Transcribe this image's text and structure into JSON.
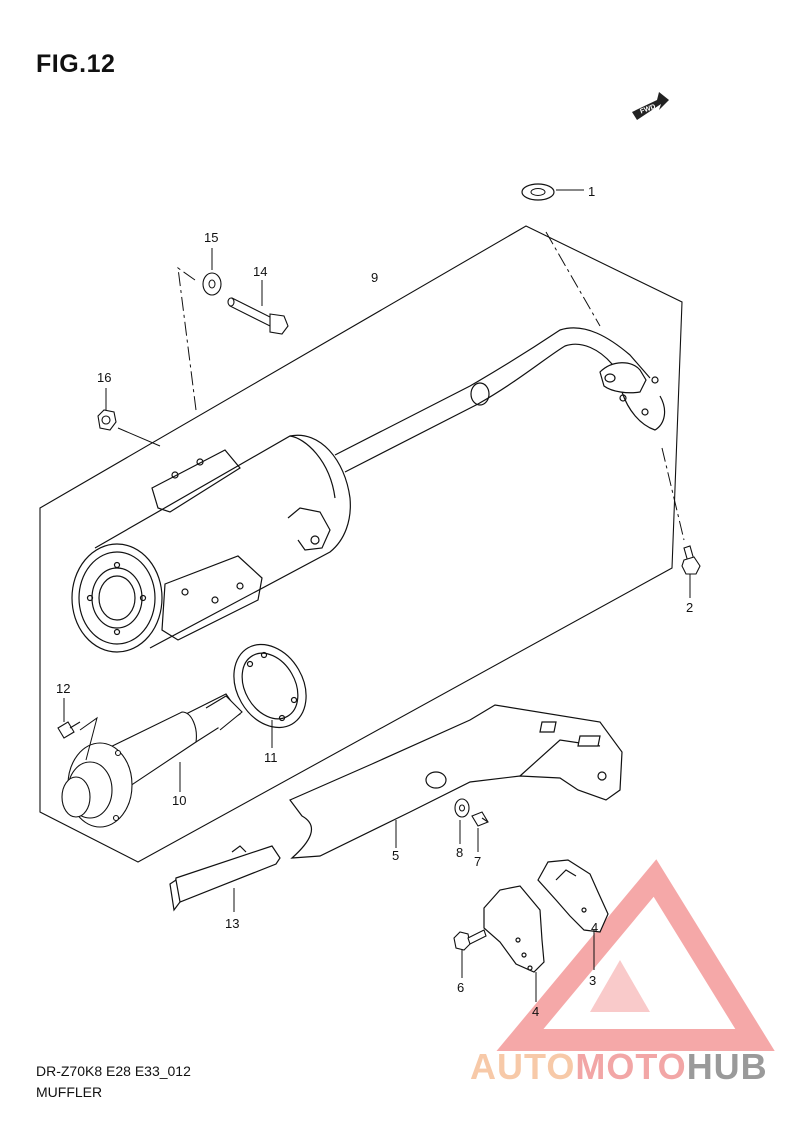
{
  "figure": {
    "title": "FIG.12",
    "fwd_label": "FWD"
  },
  "footer": {
    "model_code": "DR-Z70K8 E28 E33_012",
    "section_name": "MUFFLER"
  },
  "watermark": {
    "part1": "AUTO",
    "part2": "MOTO",
    "part3": "HUB",
    "colors": {
      "triangle": "#f28b8b",
      "part1": "#f7c9a8",
      "part2": "#f2a6a6",
      "part3": "#9a9a9a"
    }
  },
  "callouts": {
    "c1": "1",
    "c2": "2",
    "c3": "3",
    "c4a": "4",
    "c4b": "4",
    "c4c": "4",
    "c5": "5",
    "c6": "6",
    "c7": "7",
    "c8": "8",
    "c9": "9",
    "c10": "10",
    "c11": "11",
    "c12": "12",
    "c13": "13",
    "c14": "14",
    "c15": "15",
    "c16": "16"
  }
}
